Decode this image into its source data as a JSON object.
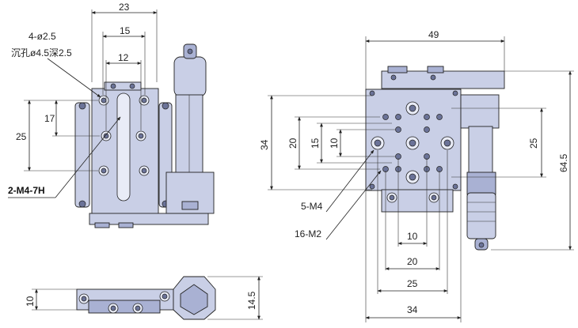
{
  "left_view": {
    "dim_23": "23",
    "dim_15": "15",
    "dim_12": "12",
    "dim_17": "17",
    "dim_25": "25",
    "note_holes": "4-ø2.5",
    "note_counterbore": "沉孔ø4.5深2.5",
    "note_tap": "2-M4-7H"
  },
  "bottom_view": {
    "dim_10": "10",
    "dim_14_5": "14.5"
  },
  "right_view": {
    "dim_49": "49",
    "dim_34_v": "34",
    "dim_20_v": "20",
    "dim_15_v": "15",
    "dim_10_v": "10",
    "dim_25_v": "25",
    "dim_64_5": "64.5",
    "dim_10_h": "10",
    "dim_20_h": "20",
    "dim_25_h": "25",
    "dim_34_h": "34",
    "note_m4": "5-M4",
    "note_m2": "16-M2"
  },
  "colors": {
    "body": "#c9cfe6",
    "shade": "#a9b1d3",
    "hole": "#6b7398"
  }
}
